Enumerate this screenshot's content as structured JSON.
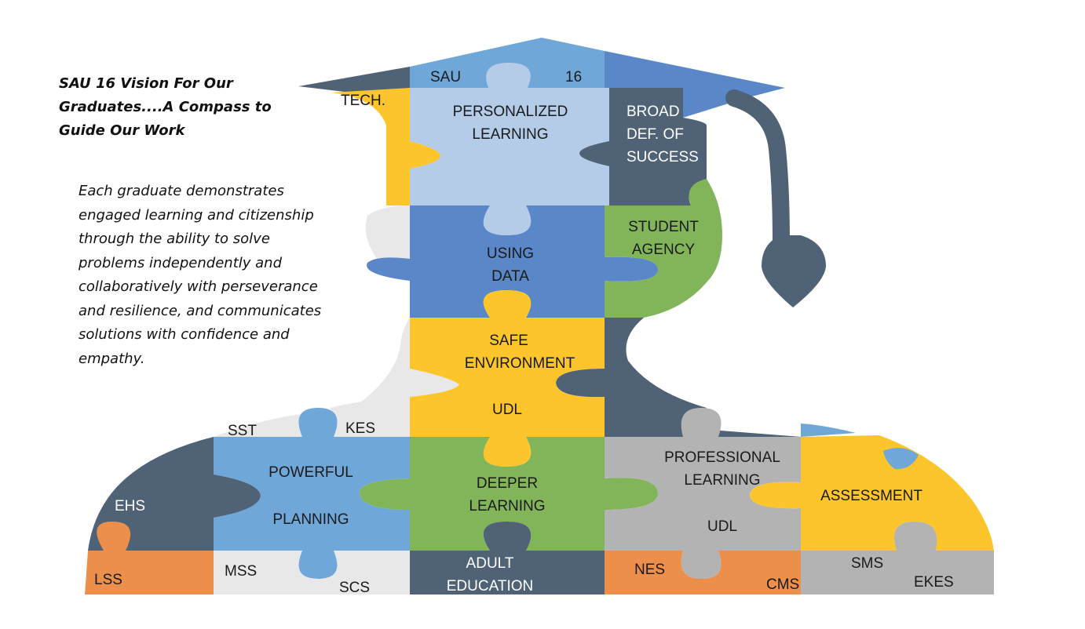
{
  "title": {
    "lines": [
      "SAU 16 Vision For Our",
      "Graduates....A Compass to",
      "Guide Our Work"
    ]
  },
  "vision": {
    "lines": [
      "Each graduate demonstrates",
      "engaged learning and citizenship",
      "through the ability to solve",
      "problems independently and",
      "collaboratively with perseverance",
      "and resilience, and communicates",
      "solutions with confidence and",
      "empathy."
    ]
  },
  "colors": {
    "blue_dark": "#5a87c8",
    "blue_light": "#b4cce8",
    "sky": "#6fa8d8",
    "slate": "#4f6276",
    "yellow": "#fcc52c",
    "green": "#82b55a",
    "grey": "#b3b3b3",
    "pale": "#e8e8e8",
    "orange": "#ec8f4a"
  },
  "labels": {
    "sau": "SAU",
    "sixteen": "16",
    "tech": "TECH.",
    "personalized_1": "PERSONALIZED",
    "personalized_2": "LEARNING",
    "broad_1": "BROAD",
    "broad_2": "DEF. OF",
    "broad_3": "SUCCESS",
    "student_1": "STUDENT",
    "student_2": "AGENCY",
    "using_1": "USING",
    "using_2": "DATA",
    "safe_1": "SAFE",
    "safe_2": "ENVIRONMENT",
    "udl_center": "UDL",
    "sst": "SST",
    "kes": "KES",
    "powerful": "POWERFUL",
    "planning": "PLANNING",
    "deeper_1": "DEEPER",
    "deeper_2": "LEARNING",
    "professional_1": "PROFESSIONAL",
    "professional_2": "LEARNING",
    "udl_right": "UDL",
    "assessment": "ASSESSMENT",
    "ehs": "EHS",
    "lss": "LSS",
    "mss": "MSS",
    "scs": "SCS",
    "adult_1": "ADULT",
    "adult_2": "EDUCATION",
    "nes": "NES",
    "cms": "CMS",
    "sms": "SMS",
    "ekes": "EKES"
  }
}
